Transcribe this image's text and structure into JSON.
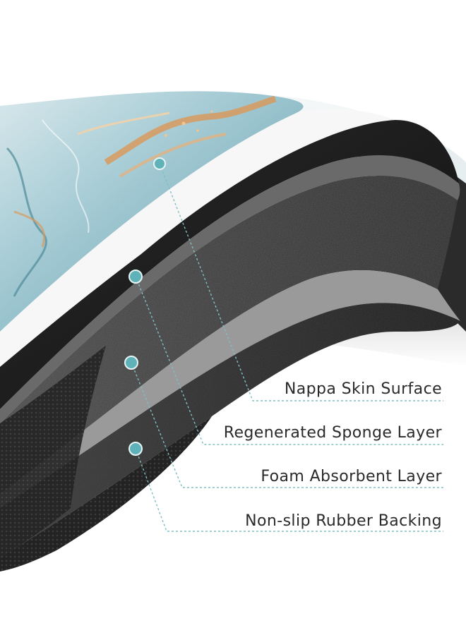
{
  "diagram": {
    "colors": {
      "marble_light": "#cfe3e8",
      "marble_teal": "#7fb2bf",
      "marble_gold": "#d89a5e",
      "pad_dark": "#1c1c1c",
      "sponge_gray": "#3a3a3a",
      "callout_dot": "#5fb3b8",
      "callout_line": "#7fbfc2",
      "label_text": "#2a2a2a"
    },
    "layers": [
      {
        "label": "Nappa Skin Surface",
        "icon": "callout-dot"
      },
      {
        "label": "Regenerated Sponge Layer",
        "icon": "callout-dot"
      },
      {
        "label": "Foam Absorbent Layer",
        "icon": "callout-dot"
      },
      {
        "label": "Non-slip Rubber Backing",
        "icon": "callout-dot"
      }
    ]
  }
}
